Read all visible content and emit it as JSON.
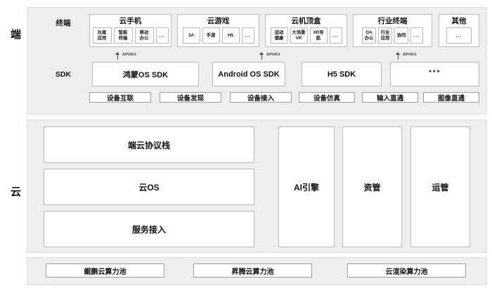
{
  "diagram": {
    "side_labels": [
      {
        "key": "terminal",
        "label": "端"
      },
      {
        "key": "cloud",
        "label": "云"
      }
    ],
    "terminal_panel": {
      "row_labels": [
        {
          "key": "terminal-row",
          "label": "终端"
        },
        {
          "key": "sdk-row",
          "label": "SDK"
        }
      ],
      "terminal_groups": [
        {
          "key": "cloud-phone",
          "title": "云手机",
          "chips": [
            "长尾\n应用",
            "智能\n终端",
            "移动\n办公",
            "…"
          ]
        },
        {
          "key": "cloud-game",
          "title": "云游戏",
          "chips": [
            "3A",
            "手游",
            "H5",
            "…"
          ]
        },
        {
          "key": "cloud-stb",
          "title": "云机顶盒",
          "chips": [
            "运动\n健康",
            "大场景\nVR",
            "XR导航",
            "…"
          ]
        },
        {
          "key": "industry-terminal",
          "title": "行业终端",
          "chips": [
            "OA\n办公",
            "行业\n应用",
            "协同",
            "…"
          ]
        },
        {
          "key": "others",
          "title": "其他",
          "chips": [
            "…"
          ]
        }
      ],
      "api_arrows": [
        {
          "key": "api-arrow-1",
          "label": "API/Kit"
        },
        {
          "key": "api-arrow-2",
          "label": "API/Kit"
        },
        {
          "key": "api-arrow-3",
          "label": "API/Kit"
        }
      ],
      "sdk_boxes": [
        {
          "key": "harmony-os-sdk",
          "label": "鸿蒙OS SDK"
        },
        {
          "key": "android-os-sdk",
          "label": "Android OS SDK"
        },
        {
          "key": "h5-sdk",
          "label": "H5 SDK"
        },
        {
          "key": "more-sdk",
          "label": "•••"
        }
      ],
      "capabilities": [
        {
          "key": "device-interconnect",
          "label": "设备互联"
        },
        {
          "key": "device-discovery",
          "label": "设备发现"
        },
        {
          "key": "device-access",
          "label": "设备接入"
        },
        {
          "key": "device-simulation",
          "label": "设备仿真"
        },
        {
          "key": "input-passthrough",
          "label": "输入直通"
        },
        {
          "key": "image-passthrough",
          "label": "图像直通"
        }
      ]
    },
    "cloud_panel": {
      "left_stack": [
        {
          "key": "device-cloud-protocol-stack",
          "label": "端云协议栈"
        },
        {
          "key": "cloud-os",
          "label": "云OS"
        },
        {
          "key": "service-access",
          "label": "服务接入"
        }
      ],
      "right_columns": [
        {
          "key": "ai-engine",
          "label": "AI引擎"
        },
        {
          "key": "resource-management",
          "label": "资管"
        },
        {
          "key": "operation-management",
          "label": "运管"
        }
      ]
    },
    "compute_pools": [
      {
        "key": "kunpeng-cloud-compute-pool",
        "label": "鲲鹏云算力池"
      },
      {
        "key": "ascend-cloud-compute-pool",
        "label": "昇腾云算力池"
      },
      {
        "key": "cloud-render-compute-pool",
        "label": "云渲染算力池"
      }
    ],
    "colors": {
      "panel_bg": "#eeeeee",
      "panel_border": "#dedede",
      "card_bg": "#ffffff",
      "card_border": "#b9b9b9",
      "text": "#1a1a1a"
    }
  }
}
